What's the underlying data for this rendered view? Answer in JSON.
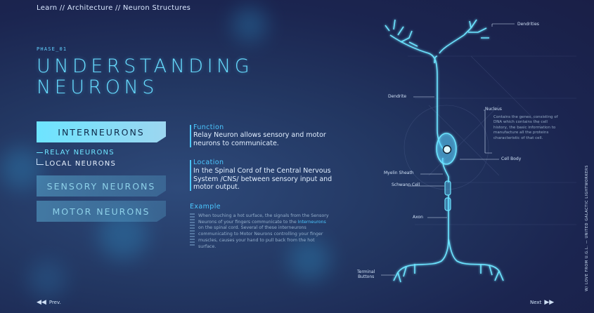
{
  "breadcrumb": "Learn // Architecture // Neuron Structures",
  "phase": "PHASE_01",
  "title": {
    "line1": "UNDERSTANDING",
    "line2": "NEURONS"
  },
  "menu": {
    "interneurons": "INTERNEURONS",
    "relay": "RELAY NEURONS",
    "local": "LOCAL NEURONS",
    "sensory": "SENSORY NEURONS",
    "motor": "MOTOR NEURONS"
  },
  "function": {
    "heading": "Function",
    "body": "Relay Neuron allows sensory and motor neurons to communicate."
  },
  "location": {
    "heading": "Location",
    "body": "In the Spinal Cord of the Central Nervous System /CNS/ between sensory input and motor output."
  },
  "example": {
    "heading": "Example",
    "part1": "When touching a hot surface, the signals from the Sensory Neurons of your fingers communicate to the ",
    "highlight": "Interneurons",
    "part2": " on the spinal cord. Several of these interneurons communicating to Motor Neurons controlling your finger muscles, causes your hand to pull back from the hot surface."
  },
  "diagram_labels": {
    "dendrites": "Dendrities",
    "dendrite": "Dendrite",
    "nucleus": "Nucleus",
    "nucleus_desc": "Contains the genes, consisting of DNA which contains the cell history, the basic information to manufacture all the proteins characteristic of that cell.",
    "cell_body": "Cell Body",
    "myelin": "Myelin Sheath",
    "schwann": "Schwann Cell",
    "axon": "Axon",
    "terminal1": "Terminal",
    "terminal2": "Buttons"
  },
  "nav": {
    "prev": "Prev.",
    "next": "Next"
  },
  "side_text": "W/ LOVE FROM U.G.L. — UNITED GALACTIC LIGHTWORKERS",
  "colors": {
    "accent": "#4bc7ff",
    "active_button": "#6de4ff",
    "background": "#1f2c57"
  }
}
